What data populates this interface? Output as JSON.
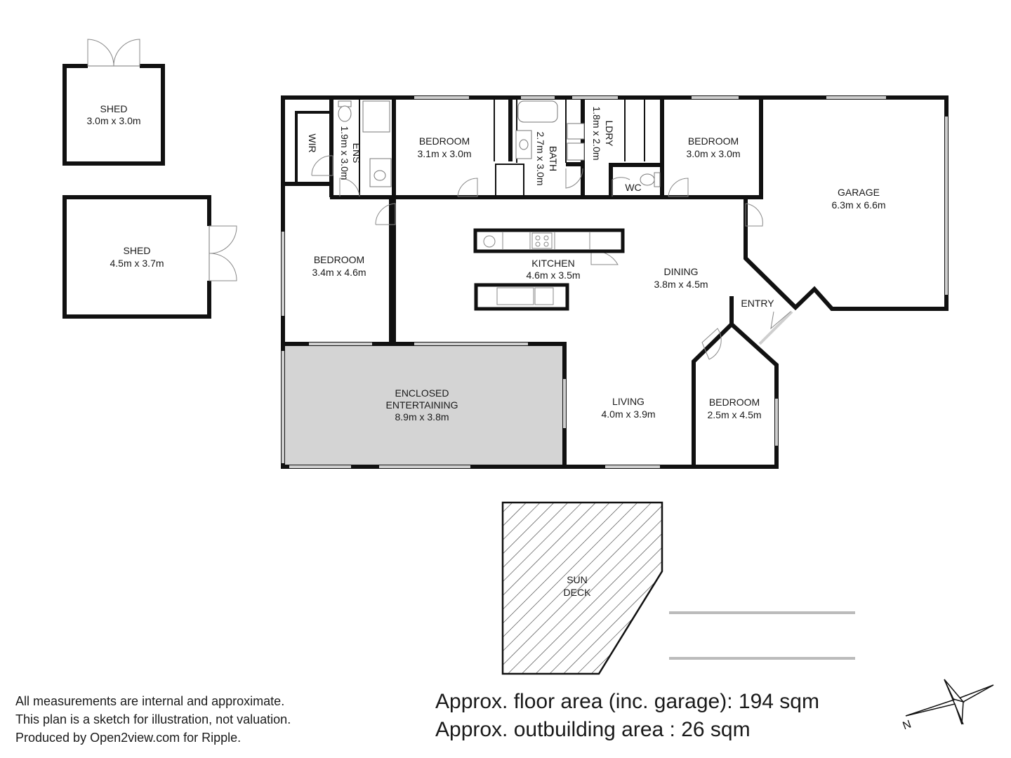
{
  "rooms": {
    "shed1": {
      "name": "SHED",
      "size": "3.0m x 3.0m"
    },
    "shed2": {
      "name": "SHED",
      "size": "4.5m x 3.7m"
    },
    "wir": {
      "name": "WIR"
    },
    "ens": {
      "name": "ENS",
      "size": "1.9m x 3.0m"
    },
    "bed1": {
      "name": "BEDROOM",
      "size": "3.1m x 3.0m"
    },
    "bath": {
      "name": "BATH",
      "size": "2.7m x 3.0m"
    },
    "ldry": {
      "name": "LDRY",
      "size": "1.8m x 2.0m"
    },
    "wc": {
      "name": "WC"
    },
    "bed2": {
      "name": "BEDROOM",
      "size": "3.0m x 3.0m"
    },
    "garage": {
      "name": "GARAGE",
      "size": "6.3m x 6.6m"
    },
    "bed3": {
      "name": "BEDROOM",
      "size": "3.4m x 4.6m"
    },
    "kitchen": {
      "name": "KITCHEN",
      "size": "4.6m x 3.5m"
    },
    "dining": {
      "name": "DINING",
      "size": "3.8m x 4.5m"
    },
    "entry": {
      "name": "ENTRY"
    },
    "entertaining": {
      "name1": "ENCLOSED",
      "name2": "ENTERTAINING",
      "size": "8.9m x 3.8m"
    },
    "living": {
      "name": "LIVING",
      "size": "4.0m x 3.9m"
    },
    "bed4": {
      "name": "BEDROOM",
      "size": "2.5m x 4.5m"
    },
    "sundeck": {
      "name1": "SUN",
      "name2": "DECK"
    }
  },
  "notes": {
    "line1": "All measurements are internal and approximate.",
    "line2": "This plan is a sketch for illustration, not valuation.",
    "line3": "Produced by Open2view.com for Ripple."
  },
  "areas": {
    "floor": "Approx. floor area (inc. garage): 194 sqm",
    "outbuilding": "Approx. outbuilding area : 26 sqm"
  },
  "compass": {
    "label": "N"
  },
  "colors": {
    "wall": "#111111",
    "entertaining_fill": "#d4d4d4",
    "window": "#cccccc"
  }
}
